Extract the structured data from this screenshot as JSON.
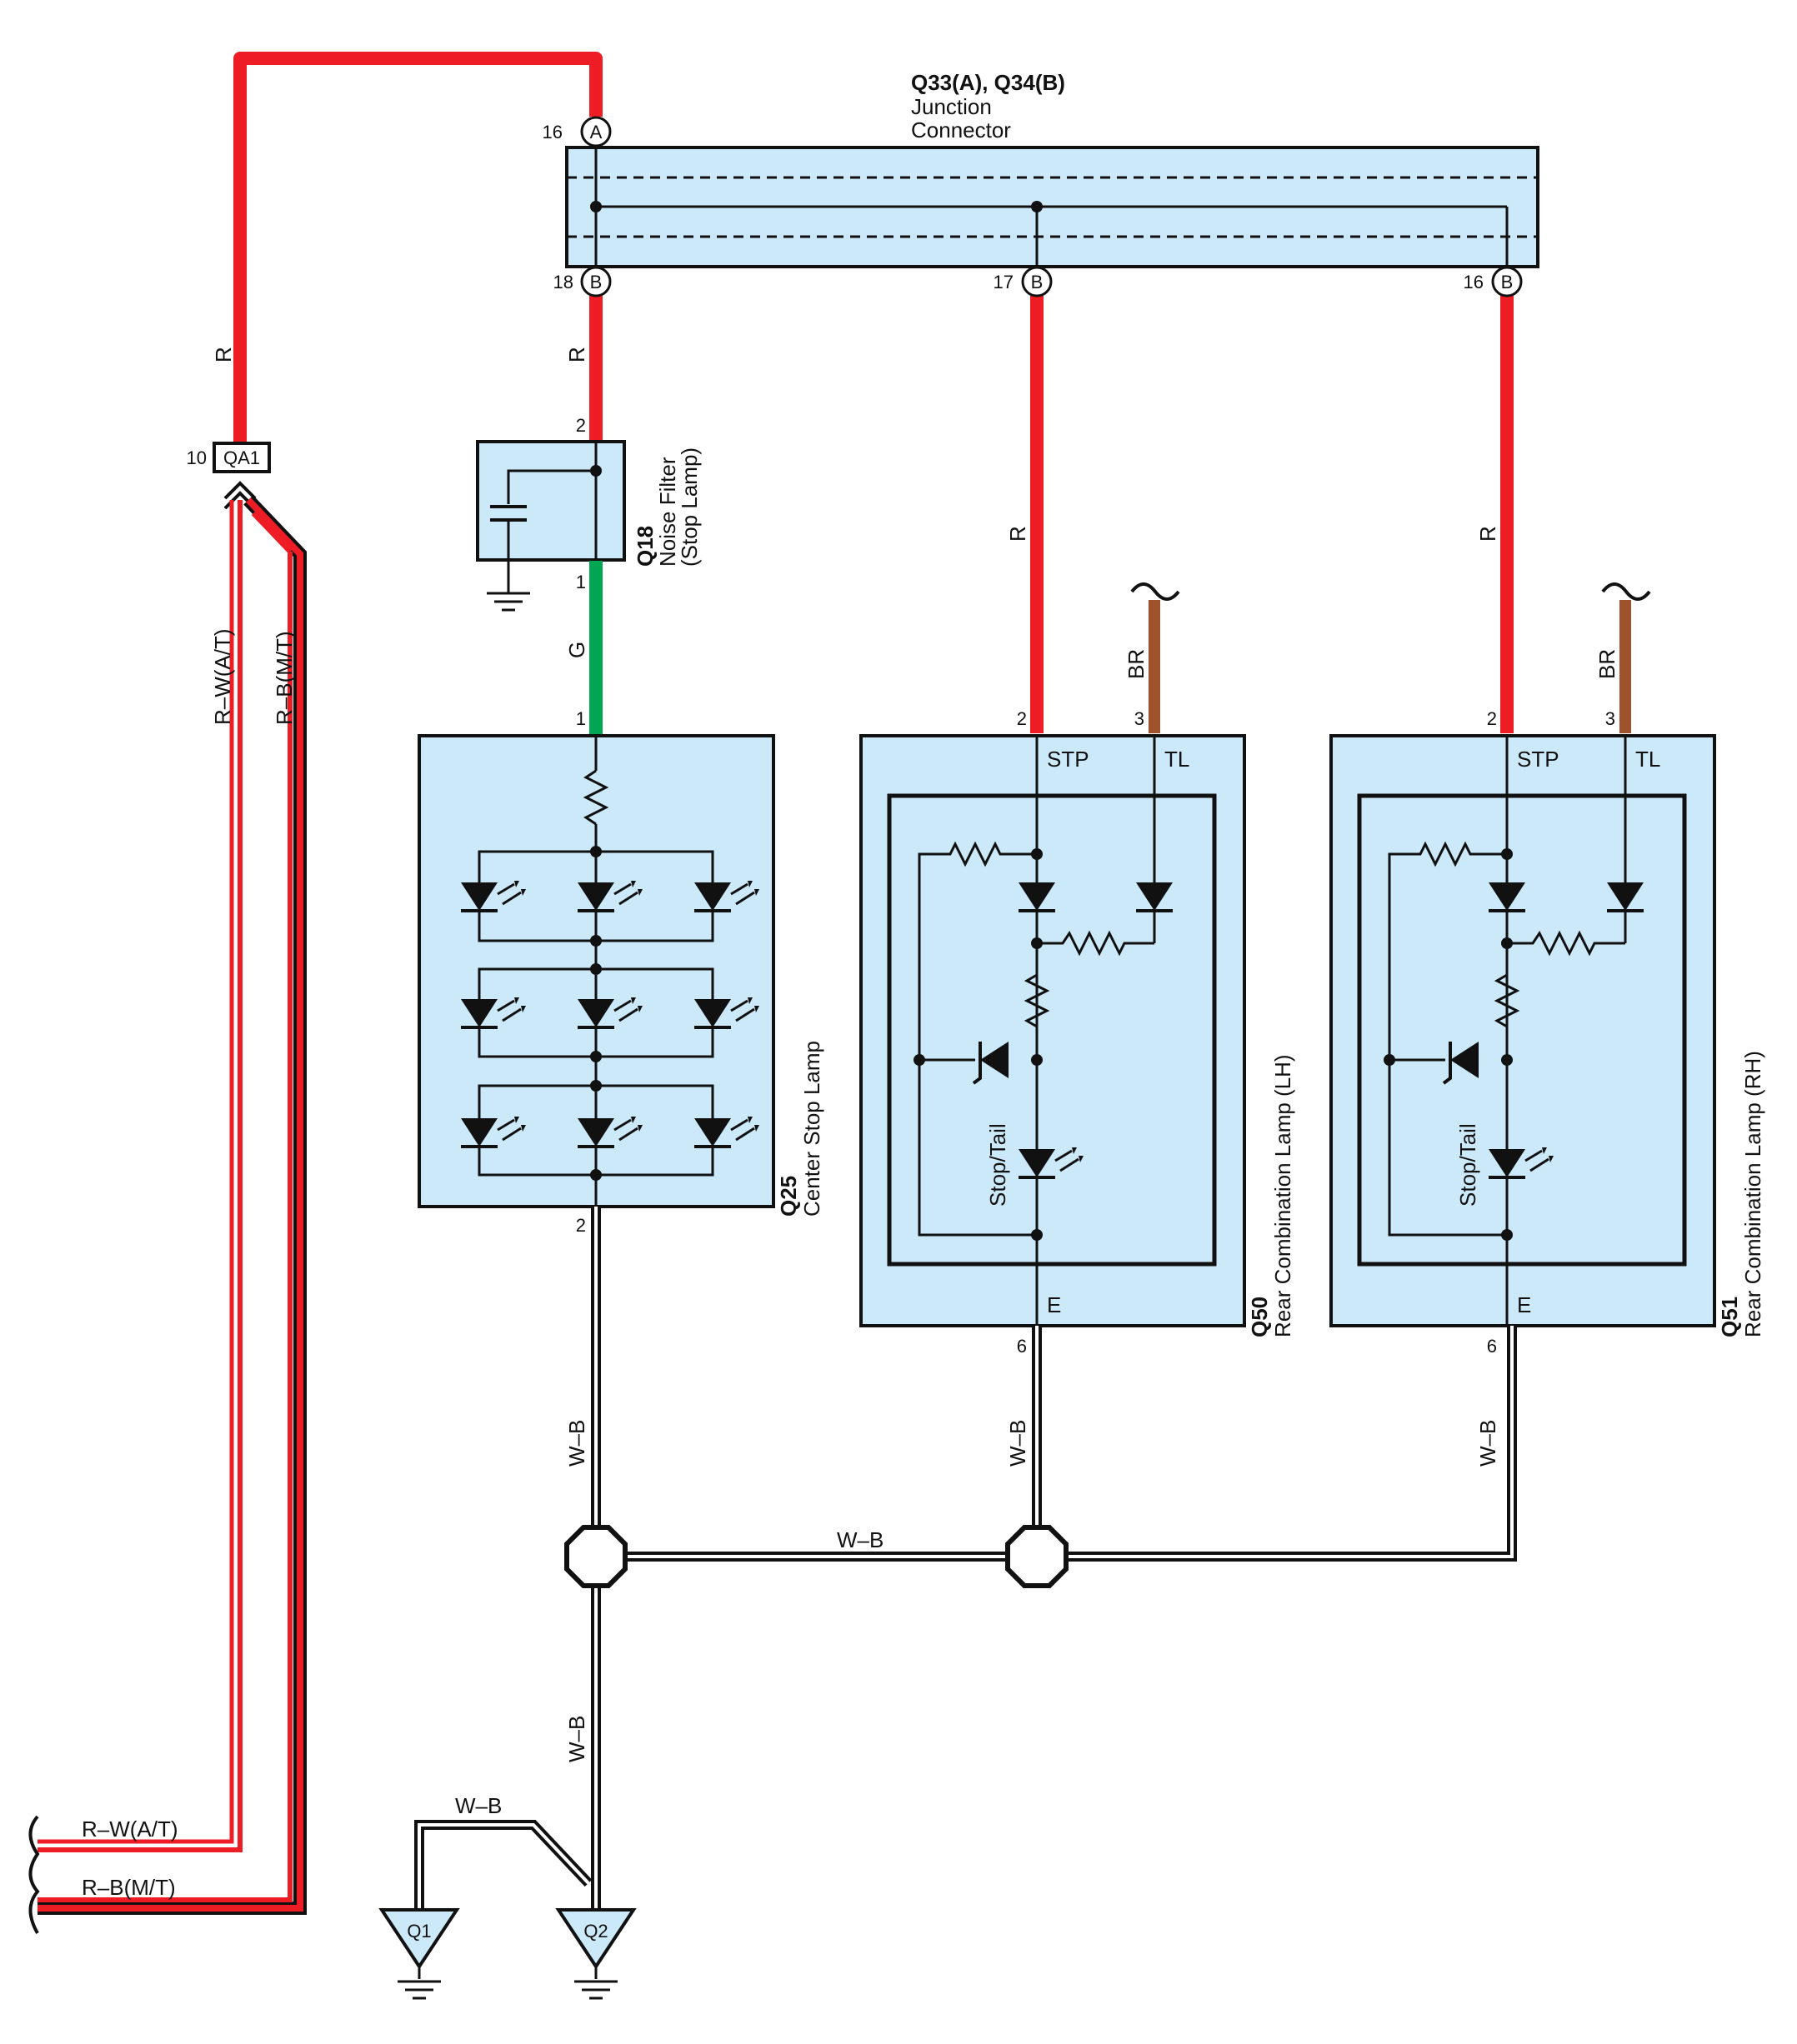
{
  "junction": {
    "id": "Q33(A), Q34(B)",
    "name_line1": "Junction",
    "name_line2": "Connector",
    "pin_a": "A",
    "pin_a_num": "16",
    "pin_b": "B",
    "pin_b1_num": "18",
    "pin_b2_num": "17",
    "pin_b3_num": "16"
  },
  "connector_qa1": {
    "id": "QA1",
    "pin": "10"
  },
  "noise_filter": {
    "id": "Q18",
    "name_line1": "Noise Filter",
    "name_line2": "(Stop Lamp)",
    "pin_top": "2",
    "pin_bottom": "1"
  },
  "center_stop": {
    "id": "Q25",
    "name": "Center Stop Lamp",
    "pin_top": "1",
    "pin_bottom": "2"
  },
  "rear_lh": {
    "id": "Q50",
    "name": "Rear Combination Lamp (LH)",
    "pin_stp": "2",
    "pin_tl": "3",
    "pin_e": "6",
    "label_stp": "STP",
    "label_tl": "TL",
    "label_e": "E",
    "label_led": "Stop/Tail"
  },
  "rear_rh": {
    "id": "Q51",
    "name": "Rear Combination Lamp (RH)",
    "pin_stp": "2",
    "pin_tl": "3",
    "pin_e": "6",
    "label_stp": "STP",
    "label_tl": "TL",
    "label_e": "E",
    "label_led": "Stop/Tail"
  },
  "grounds": {
    "g1": "Q1",
    "g2": "Q2"
  },
  "wire_labels": {
    "r": "R",
    "g": "G",
    "br": "BR",
    "wb": "W–B",
    "rw": "R–W(A/T)",
    "rb": "R–B(M/T)"
  },
  "colors": {
    "red": "#ee1c24",
    "green": "#00a651",
    "brown": "#a0522d",
    "box_fill": "#cce9f9",
    "black": "#111111"
  }
}
